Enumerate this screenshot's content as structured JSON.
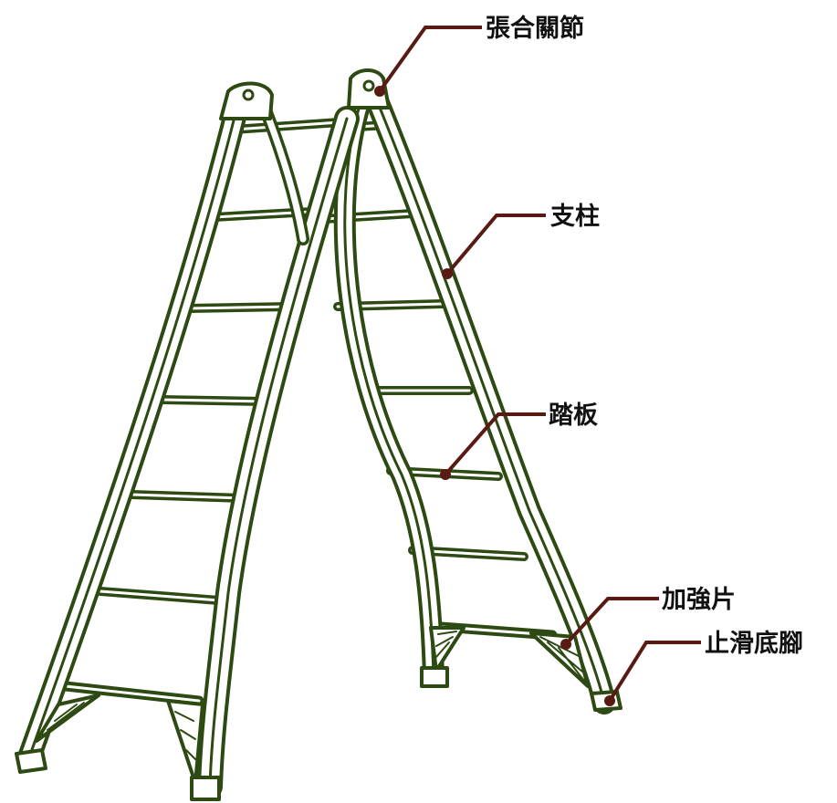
{
  "colors": {
    "background": "#ffffff",
    "frame": "#2d4a12",
    "frame_light": "#ffffff",
    "leader": "#5a1a14",
    "text": "#111111"
  },
  "labels": {
    "hinge": "張合關節",
    "upright": "支柱",
    "step": "踏板",
    "brace": "加強片",
    "foot": "止滑底腳"
  }
}
